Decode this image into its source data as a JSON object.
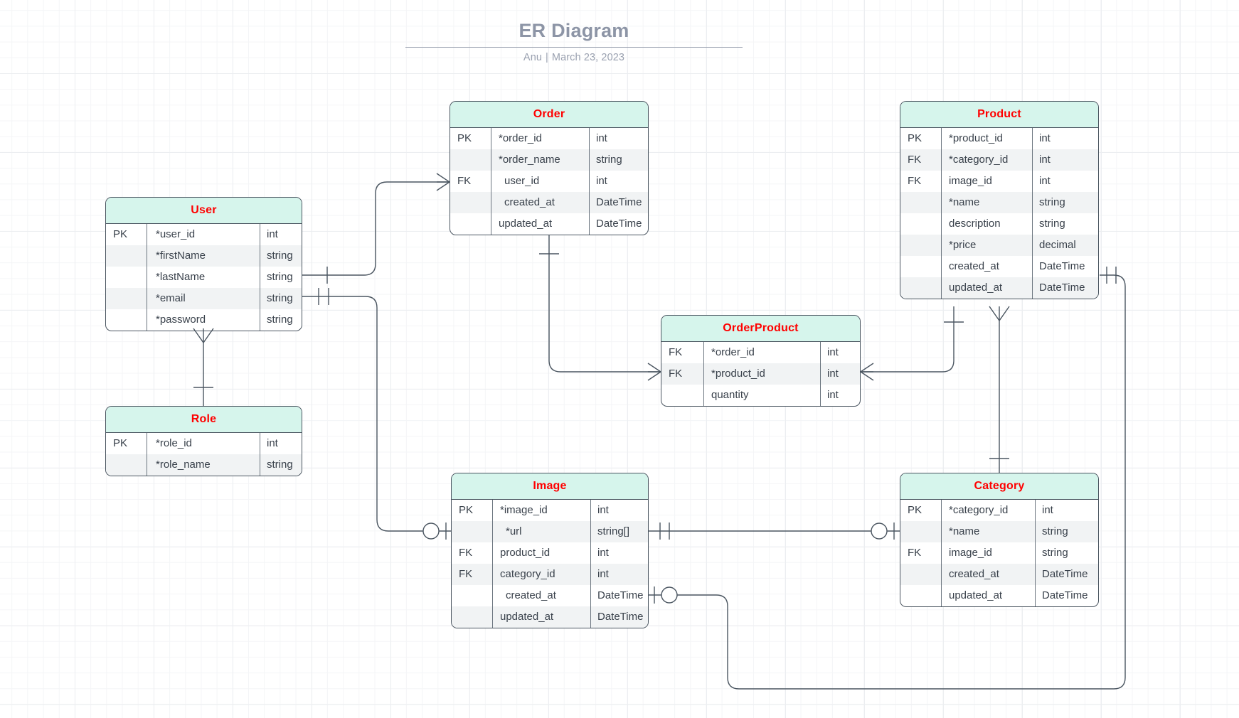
{
  "title": {
    "heading": "ER Diagram",
    "author": "Anu",
    "separator": "|",
    "date": "March 23, 2023"
  },
  "colors": {
    "header_fill": "#d6f5ec",
    "header_text": "#ff0000",
    "border": "#4a5560",
    "row_alt": "#f1f3f4",
    "row_text": "#39414b",
    "title_text": "#8d95a6",
    "grid": "#eceef1",
    "canvas": "#ffffff"
  },
  "entities": [
    {
      "name": "User",
      "columns": [
        {
          "key": "PK",
          "name": "*user_id",
          "type": "int"
        },
        {
          "key": "",
          "name": "*firstName",
          "type": "string"
        },
        {
          "key": "",
          "name": "*lastName",
          "type": "string"
        },
        {
          "key": "",
          "name": "*email",
          "type": "string"
        },
        {
          "key": "",
          "name": "*password",
          "type": "string"
        }
      ]
    },
    {
      "name": "Role",
      "columns": [
        {
          "key": "PK",
          "name": "*role_id",
          "type": "int"
        },
        {
          "key": "",
          "name": "*role_name",
          "type": "string"
        }
      ]
    },
    {
      "name": "Order",
      "columns": [
        {
          "key": "PK",
          "name": "*order_id",
          "type": "int"
        },
        {
          "key": "",
          "name": "*order_name",
          "type": "string"
        },
        {
          "key": "FK",
          "name": "user_id",
          "type": "int",
          "indent": true
        },
        {
          "key": "",
          "name": "created_at",
          "type": "DateTime",
          "indent": true
        },
        {
          "key": "",
          "name": "updated_at",
          "type": "DateTime"
        }
      ]
    },
    {
      "name": "Product",
      "columns": [
        {
          "key": "PK",
          "name": "*product_id",
          "type": "int"
        },
        {
          "key": "FK",
          "name": "*category_id",
          "type": "int"
        },
        {
          "key": "FK",
          "name": "image_id",
          "type": "int"
        },
        {
          "key": "",
          "name": "*name",
          "type": "string"
        },
        {
          "key": "",
          "name": "description",
          "type": "string"
        },
        {
          "key": "",
          "name": "*price",
          "type": "decimal"
        },
        {
          "key": "",
          "name": "created_at",
          "type": "DateTime"
        },
        {
          "key": "",
          "name": "updated_at",
          "type": "DateTime"
        }
      ]
    },
    {
      "name": "OrderProduct",
      "columns": [
        {
          "key": "FK",
          "name": "*order_id",
          "type": "int"
        },
        {
          "key": "FK",
          "name": "*product_id",
          "type": "int"
        },
        {
          "key": "",
          "name": "quantity",
          "type": "int"
        }
      ]
    },
    {
      "name": "Image",
      "columns": [
        {
          "key": "PK",
          "name": "*image_id",
          "type": "int"
        },
        {
          "key": "",
          "name": "*url",
          "type": "string[]",
          "indent": true
        },
        {
          "key": "FK",
          "name": "product_id",
          "type": "int"
        },
        {
          "key": "FK",
          "name": "category_id",
          "type": "int"
        },
        {
          "key": "",
          "name": "created_at",
          "type": "DateTime",
          "indent": true
        },
        {
          "key": "",
          "name": "updated_at",
          "type": "DateTime"
        }
      ]
    },
    {
      "name": "Category",
      "columns": [
        {
          "key": "PK",
          "name": "*category_id",
          "type": "int"
        },
        {
          "key": "",
          "name": "*name",
          "type": "string"
        },
        {
          "key": "FK",
          "name": "image_id",
          "type": "string"
        },
        {
          "key": "",
          "name": "created_at",
          "type": "DateTime"
        },
        {
          "key": "",
          "name": "updated_at",
          "type": "DateTime"
        }
      ]
    }
  ],
  "relationships": [
    {
      "from": "User",
      "to": "Role",
      "from_cardinality": "many",
      "to_cardinality": "one"
    },
    {
      "from": "User",
      "to": "Order",
      "from_cardinality": "one",
      "to_cardinality": "many"
    },
    {
      "from": "User",
      "to": "Image",
      "from_cardinality": "exactlyone",
      "to_cardinality": "zeroone"
    },
    {
      "from": "Order",
      "to": "OrderProduct",
      "from_cardinality": "one",
      "to_cardinality": "many"
    },
    {
      "from": "OrderProduct",
      "to": "Product",
      "from_cardinality": "many",
      "to_cardinality": "one"
    },
    {
      "from": "Product",
      "to": "Category",
      "from_cardinality": "many",
      "to_cardinality": "one"
    },
    {
      "from": "Image",
      "to": "Category",
      "from_cardinality": "exactlyone",
      "to_cardinality": "zeroone"
    },
    {
      "from": "Image",
      "to": "Product",
      "from_cardinality": "zeroone",
      "to_cardinality": "exactlyone"
    }
  ]
}
